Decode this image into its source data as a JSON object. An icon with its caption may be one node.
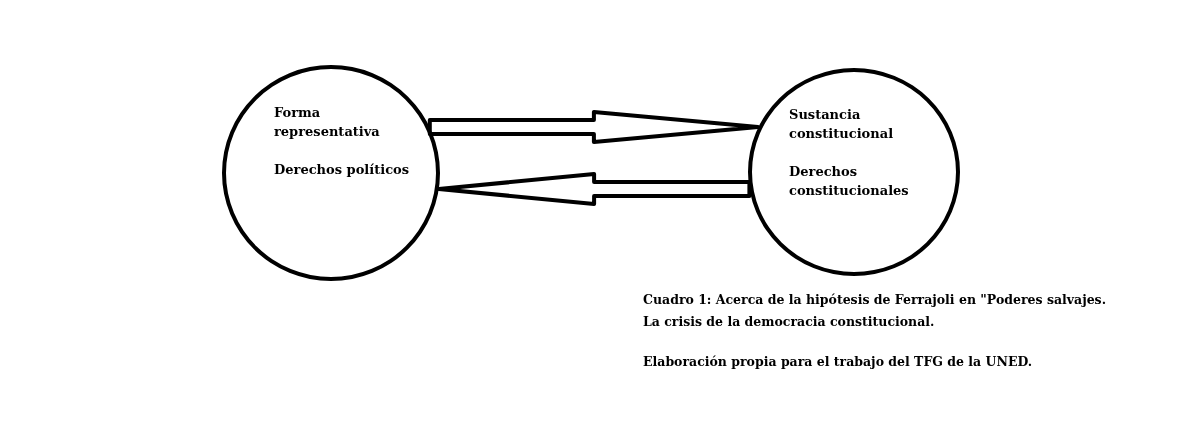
{
  "diagram": {
    "caption": "Cuadro 1: Acerca de la hipótesis de Ferrajoli en \"Poderes salvajes. La crisis de la democracia constitucional.",
    "nodes": [
      {
        "text": [
          "Forma representativa",
          "Derechos políticos"
        ]
      },
      {
        "text": [
          "Sustancia constitucional",
          "Derechos constitucionales"
        ]
      }
    ],
    "edges": [
      {
        "from": 0,
        "to": 1,
        "arrow": "to"
      },
      {
        "from": 1,
        "to": 0,
        "arrow": "to"
      }
    ],
    "labels": [
      "Elaboración propia para el trabajo del TFG de la UNED."
    ]
  }
}
